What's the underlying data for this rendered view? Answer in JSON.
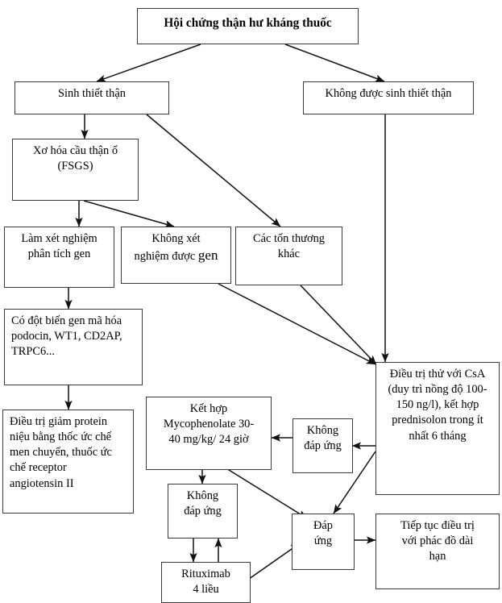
{
  "diagram": {
    "title_text": "Hội chứng thận hư kháng thuốc",
    "language": "vi",
    "nodes": {
      "title": "Hội chứng thận hư kháng thuốc",
      "biopsy_yes": "Sinh thiết thận",
      "biopsy_no": "Không được sinh thiết thận",
      "fsgs": "Xơ hóa cầu thận ổ\n(FSGS)",
      "gene_test": "Làm xét nghiệm\nphân tích gen",
      "no_gene_test_1": "Không xét",
      "no_gene_test_2": "nghiệm được ",
      "no_gene_test_3": "gen",
      "other_lesions": "Các tổn thương\nkhác",
      "mutation": "Có đột biến gen mã hóa\npodocin, WT1, CD2AP,\nTRPC6...",
      "acei_arb": "Điều trị giảm protein\nniệu bằng thốc ức chế\nmen chuyển, thuốc ức\nchế receptor\nangiotensin II",
      "csa_trial": "Điều trị thử với CsA\n(duy trì nồng độ 100-\n150 ng/l), kết hợp\nprednisolon trong ít\nnhất 6 tháng",
      "mmf": "Kết hợp\nMycophenolate 30-\n40 mg/kg/ 24 giờ",
      "no_response_right": "Không\nđáp ứng",
      "no_response_left": "Không\nđáp ứng",
      "rituximab": "Rituximab\n4 liều",
      "response": "Đáp\nứng",
      "long_term": "Tiếp tục điều trị\nvới phác đồ dài\nhạn"
    },
    "colors": {
      "box_border": "#3b3b3b",
      "box_fill": "#ffffff",
      "connector": "#111111",
      "text": "#000000"
    },
    "edges": [
      {
        "from": "title",
        "to": "biopsy_yes",
        "style": "arrow"
      },
      {
        "from": "title",
        "to": "biopsy_no",
        "style": "arrow"
      },
      {
        "from": "biopsy_yes",
        "to": "fsgs",
        "style": "arrow"
      },
      {
        "from": "biopsy_yes",
        "to": "other_lesions",
        "style": "arrow"
      },
      {
        "from": "biopsy_no",
        "to": "csa_trial",
        "style": "arrow"
      },
      {
        "from": "fsgs",
        "to": "gene_test",
        "style": "arrow"
      },
      {
        "from": "fsgs",
        "to": "no_gene_test",
        "style": "arrow"
      },
      {
        "from": "gene_test",
        "to": "mutation",
        "style": "arrow"
      },
      {
        "from": "mutation",
        "to": "acei_arb",
        "style": "arrow"
      },
      {
        "from": "no_gene_test",
        "to": "csa_trial",
        "style": "arrow"
      },
      {
        "from": "other_lesions",
        "to": "csa_trial",
        "style": "arrow"
      },
      {
        "from": "csa_trial",
        "to": "no_response_right",
        "style": "arrow"
      },
      {
        "from": "csa_trial",
        "to": "response",
        "style": "arrow"
      },
      {
        "from": "no_response_right",
        "to": "mmf",
        "style": "arrow"
      },
      {
        "from": "mmf",
        "to": "no_response_left",
        "style": "arrow"
      },
      {
        "from": "mmf",
        "to": "response",
        "style": "arrow"
      },
      {
        "from": "no_response_left",
        "to": "rituximab",
        "style": "arrow"
      },
      {
        "from": "rituximab",
        "to": "no_response_left",
        "style": "arrow"
      },
      {
        "from": "rituximab",
        "to": "response",
        "style": "arrow"
      },
      {
        "from": "response",
        "to": "long_term",
        "style": "arrow"
      }
    ]
  }
}
